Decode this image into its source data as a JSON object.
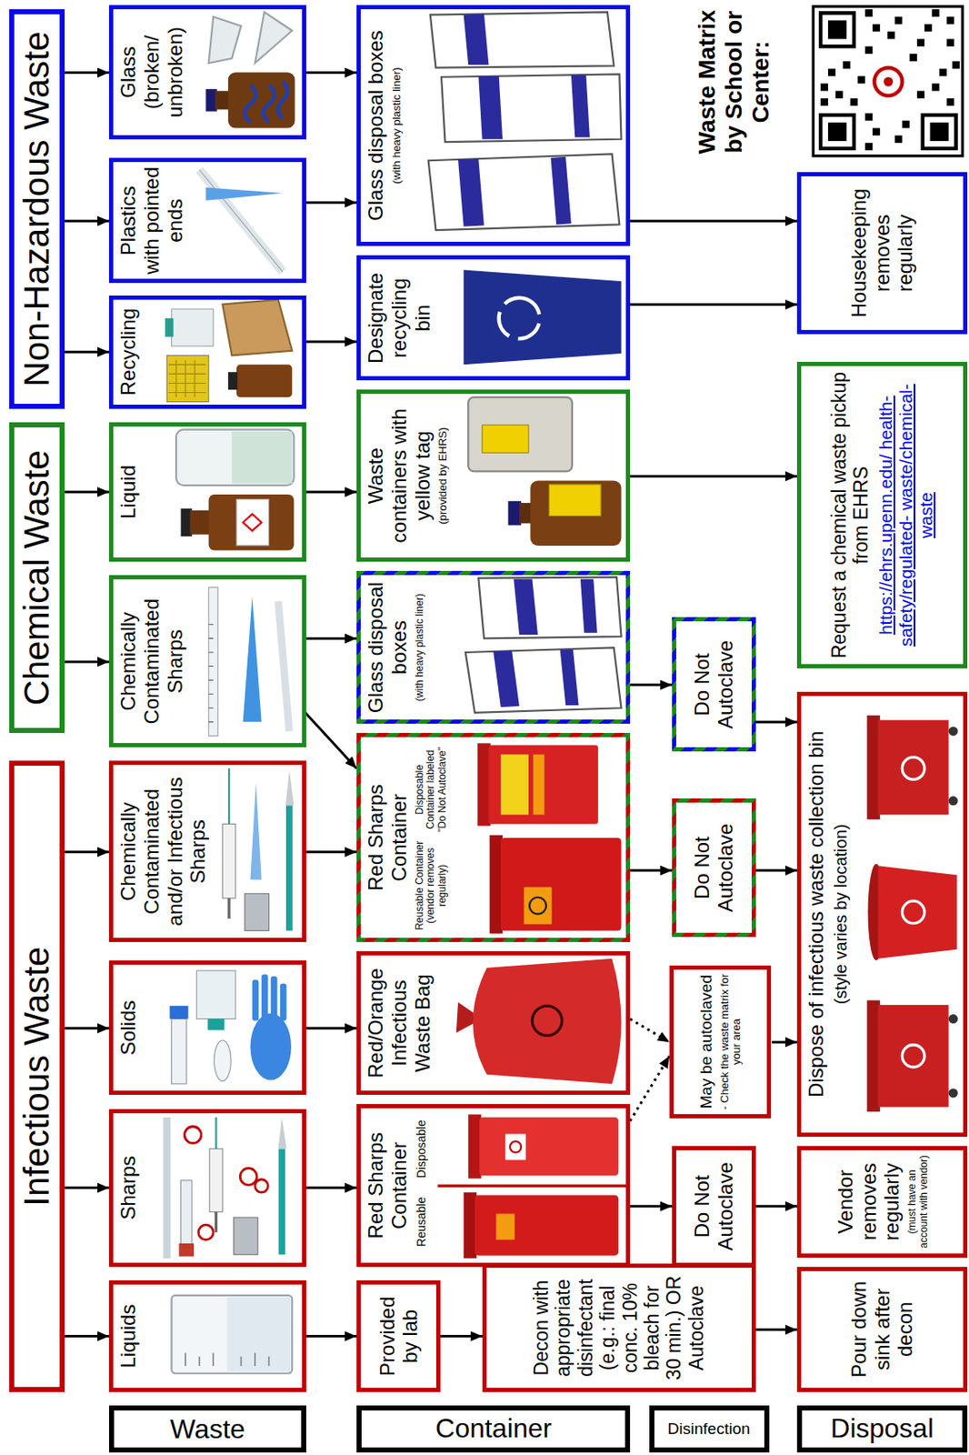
{
  "diagram": {
    "nodes": [
      {
        "text": [
          "Infectious Waste"
        ]
      },
      {
        "text": [
          "Chemical Waste"
        ]
      },
      {
        "text": [
          "Non-Hazardous Waste"
        ]
      },
      {
        "text": [
          "Waste"
        ]
      },
      {
        "text": [
          "Container"
        ]
      },
      {
        "text": [
          "Disinfection"
        ]
      },
      {
        "text": [
          "Disposal"
        ]
      },
      {
        "text": [
          "Liquids"
        ]
      },
      {
        "text": [
          "Sharps"
        ]
      },
      {
        "text": [
          "Solids"
        ]
      },
      {
        "text": [
          "Chemically Contaminated and/or Infectious Sharps"
        ]
      },
      {
        "text": [
          "Chemically Contaminated Sharps"
        ]
      },
      {
        "text": [
          "Liquid"
        ]
      },
      {
        "text": [
          "Recycling"
        ]
      },
      {
        "text": [
          "Plastics with pointed ends"
        ]
      },
      {
        "text": [
          "Glass (broken/ unbroken)"
        ]
      },
      {
        "text": [
          "Provided by lab"
        ]
      },
      {
        "text": [
          "Red Sharps Container",
          "Reusable",
          "Disposable"
        ]
      },
      {
        "text": [
          "Red/Orange Infectious Waste Bag"
        ]
      },
      {
        "text": [
          "Red Sharps Container",
          "Reusable Container (vendor removes regularly)",
          "Disposable Container labeled \"Do Not Autoclave\""
        ]
      },
      {
        "text": [
          "Glass disposal boxes",
          "(with heavy plastic liner)"
        ]
      },
      {
        "text": [
          "Waste containers with yellow tag",
          "(provided by EHRS)"
        ]
      },
      {
        "text": [
          "Designate recycling bin"
        ]
      },
      {
        "text": [
          "Glass disposal boxes",
          "(with heavy plastic liner)"
        ]
      },
      {
        "text": [
          "Decon with appropriate disinfectant (e.g.: final conc. 10% bleach for 30 min.) OR Autoclave"
        ]
      },
      {
        "text": [
          "Do Not Autoclave"
        ]
      },
      {
        "text": [
          "May be autoclaved",
          "- Check the waste matrix for your area"
        ]
      },
      {
        "text": [
          "Do Not Autoclave"
        ]
      },
      {
        "text": [
          "Do Not Autoclave"
        ]
      },
      {
        "text": [
          "Pour down sink after decon"
        ]
      },
      {
        "text": [
          "Vendor removes regularly",
          "(must have an account with vendor)"
        ]
      },
      {
        "text": [
          "Dispose of infectious waste collection bin",
          "(style varies by location)"
        ]
      },
      {
        "text": [
          "Request a chemical waste pickup from EHRS",
          "https://ehrs.upenn.edu/ health-safety/regulated- waste/chemical-waste"
        ]
      },
      {
        "text": [
          "Housekeeping removes regularly"
        ]
      }
    ],
    "edges": [
      {
        "from": 0,
        "to": 7,
        "arrow": "to"
      },
      {
        "from": 0,
        "to": 8,
        "arrow": "to"
      },
      {
        "from": 0,
        "to": 9,
        "arrow": "to"
      },
      {
        "from": 0,
        "to": 10,
        "arrow": "to"
      },
      {
        "from": 1,
        "to": 11,
        "arrow": "to"
      },
      {
        "from": 1,
        "to": 12,
        "arrow": "to"
      },
      {
        "from": 2,
        "to": 13,
        "arrow": "to"
      },
      {
        "from": 2,
        "to": 14,
        "arrow": "to"
      },
      {
        "from": 2,
        "to": 15,
        "arrow": "to"
      },
      {
        "from": 7,
        "to": 16,
        "arrow": "to"
      },
      {
        "from": 16,
        "to": 24,
        "arrow": "to"
      },
      {
        "from": 24,
        "to": 29,
        "arrow": "to"
      },
      {
        "from": 8,
        "to": 17,
        "arrow": "to"
      },
      {
        "from": 17,
        "to": 25,
        "arrow": "to"
      },
      {
        "from": 17,
        "to": 26,
        "arrow": "to"
      },
      {
        "from": 25,
        "to": 30,
        "arrow": "to"
      },
      {
        "from": 9,
        "to": 18,
        "arrow": "to"
      },
      {
        "from": 18,
        "to": 26,
        "arrow": "to"
      },
      {
        "from": 26,
        "to": 31,
        "arrow": "to"
      },
      {
        "from": 10,
        "to": 19,
        "arrow": "to"
      },
      {
        "from": 11,
        "to": 19,
        "arrow": "to"
      },
      {
        "from": 11,
        "to": 20,
        "arrow": "to"
      },
      {
        "from": 19,
        "to": 27,
        "arrow": "to"
      },
      {
        "from": 20,
        "to": 28,
        "arrow": "to"
      },
      {
        "from": 27,
        "to": 31,
        "arrow": "to"
      },
      {
        "from": 28,
        "to": 31,
        "arrow": "to"
      },
      {
        "from": 12,
        "to": 21,
        "arrow": "to"
      },
      {
        "from": 21,
        "to": 32,
        "arrow": "to"
      },
      {
        "from": 13,
        "to": 22,
        "arrow": "to"
      },
      {
        "from": 14,
        "to": 23,
        "arrow": "to"
      },
      {
        "from": 15,
        "to": 23,
        "arrow": "to"
      },
      {
        "from": 22,
        "to": 33,
        "arrow": "to"
      },
      {
        "from": 23,
        "to": 33,
        "arrow": "to"
      }
    ],
    "labels": [
      "Waste Matrix by School or Center:"
    ]
  }
}
